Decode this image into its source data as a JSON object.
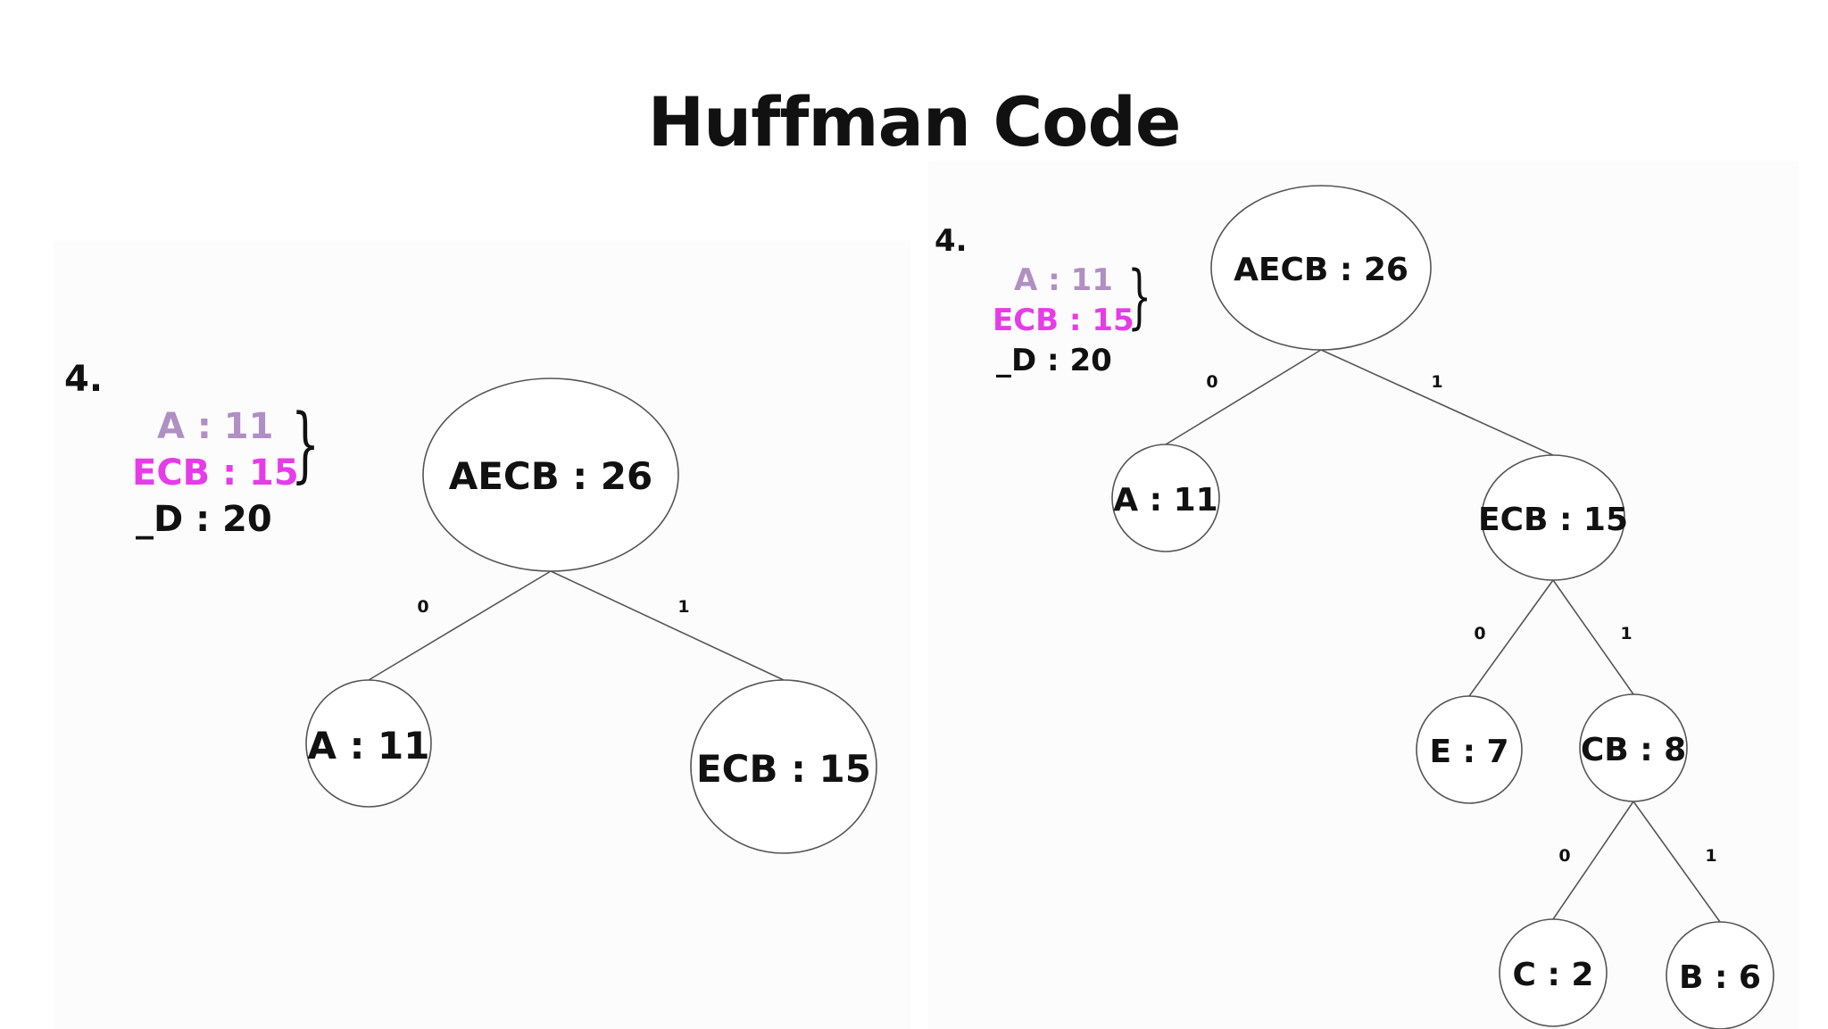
{
  "title": "Huffman Code",
  "left": {
    "step": "4.",
    "queue": {
      "a": "A : 11",
      "ecb": "ECB : 15",
      "d": "_D : 20"
    },
    "nodes": {
      "root": "AECB : 26",
      "a": "A : 11",
      "ecb": "ECB : 15"
    },
    "edges": {
      "root_left": "0",
      "root_right": "1"
    }
  },
  "right": {
    "step": "4.",
    "queue": {
      "a": "A : 11",
      "ecb": "ECB : 15",
      "d": "_D : 20"
    },
    "nodes": {
      "root": "AECB : 26",
      "a": "A : 11",
      "ecb": "ECB : 15",
      "e": "E : 7",
      "cb": "CB : 8",
      "c": "C : 2",
      "b": "B : 6"
    },
    "edges": {
      "root_left": "0",
      "root_right": "1",
      "ecb_left": "0",
      "ecb_right": "1",
      "cb_left": "0",
      "cb_right": "1"
    }
  },
  "colors": {
    "queue_a": "#b08fc4",
    "queue_ecb": "#e63ce8",
    "text": "#111111",
    "line": "#555555"
  }
}
